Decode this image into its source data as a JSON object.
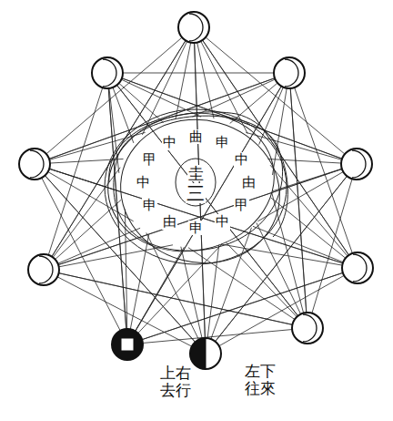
{
  "diagram": {
    "labels": [
      "曲",
      "申",
      "中",
      "由",
      "甲",
      "中",
      "申",
      "由",
      "申",
      "中",
      "甲",
      "中",
      "圭",
      "三",
      "上右去行",
      "左下往來"
    ]
  }
}
